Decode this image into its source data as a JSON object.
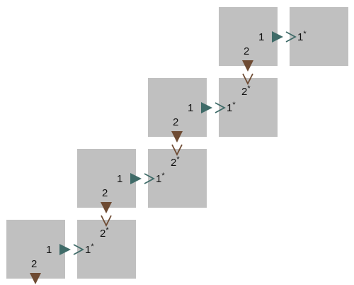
{
  "diagram": {
    "colors": {
      "background": "#ffffff",
      "block_fill": "#c0c0c0",
      "port1_arrow": "#3f6b68",
      "port2_arrow": "#6e4b33",
      "text": "#111111"
    },
    "icons": {
      "output_port_1": "right-triangle-icon",
      "input_port_1": "right-chevron-icon",
      "output_port_2": "down-triangle-icon",
      "input_port_2": "down-chevron-icon"
    },
    "blocks": [
      {
        "id": "B1",
        "port_labels": {
          "out1": "1",
          "out2": "2",
          "in1": "",
          "in2": ""
        }
      },
      {
        "id": "B2",
        "port_labels": {
          "out1": "",
          "out2": "",
          "in1": "1*",
          "in2": "2*"
        }
      },
      {
        "id": "B3",
        "port_labels": {
          "out1": "1",
          "out2": "2",
          "in1": "",
          "in2": ""
        }
      },
      {
        "id": "B4",
        "port_labels": {
          "out1": "",
          "out2": "",
          "in1": "1*",
          "in2": "2*"
        }
      },
      {
        "id": "B5",
        "port_labels": {
          "out1": "1",
          "out2": "2",
          "in1": "",
          "in2": ""
        }
      },
      {
        "id": "B6",
        "port_labels": {
          "out1": "",
          "out2": "",
          "in1": "1*",
          "in2": "2*"
        }
      },
      {
        "id": "B7",
        "port_labels": {
          "out1": "1",
          "out2": "2",
          "in1": "",
          "in2": ""
        }
      },
      {
        "id": "B8",
        "port_labels": {
          "out1": "",
          "out2": "",
          "in1": "1*",
          "in2": ""
        }
      }
    ],
    "connections": [
      {
        "from": "B1",
        "to": "B2",
        "port": "1"
      },
      {
        "from": "B3",
        "to": "B2",
        "port": "2"
      },
      {
        "from": "B3",
        "to": "B4",
        "port": "1"
      },
      {
        "from": "B5",
        "to": "B4",
        "port": "2"
      },
      {
        "from": "B5",
        "to": "B6",
        "port": "1"
      },
      {
        "from": "B7",
        "to": "B6",
        "port": "2"
      },
      {
        "from": "B7",
        "to": "B8",
        "port": "1"
      }
    ]
  }
}
